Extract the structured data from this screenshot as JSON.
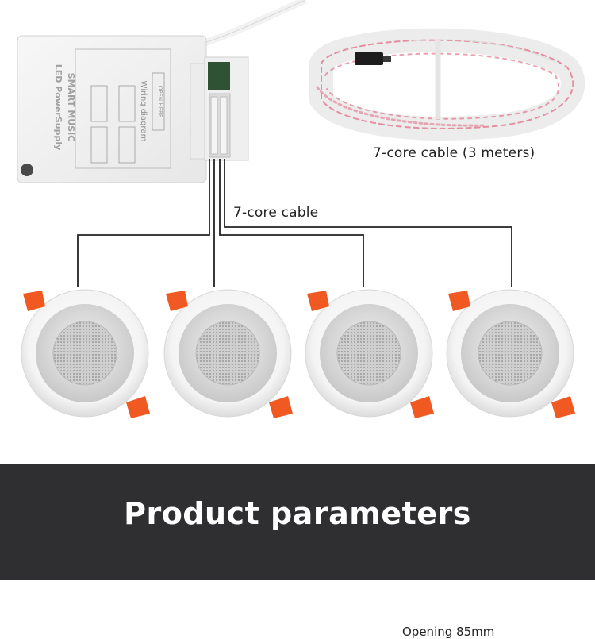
{
  "labels": {
    "cable_label_short": "7-core cable",
    "cable_label_reel": "7-core cable (3 meters)",
    "power_supply_open": "OPEN HERE",
    "power_supply_diagram": "Wiring diagram",
    "power_supply_title_1": "SMART MUSIC",
    "power_supply_title_2": "LED PowerSupply"
  },
  "section": {
    "title": "Product parameters"
  },
  "footer": {
    "note": "Opening 85mm"
  },
  "colors": {
    "banner": "#2f2f31",
    "clip": "#f05a22",
    "cable_stripe": "#e2778d",
    "wire": "#222222"
  },
  "speakers": [
    {
      "name": "speaker-1"
    },
    {
      "name": "speaker-2"
    },
    {
      "name": "speaker-3"
    },
    {
      "name": "speaker-4"
    }
  ]
}
